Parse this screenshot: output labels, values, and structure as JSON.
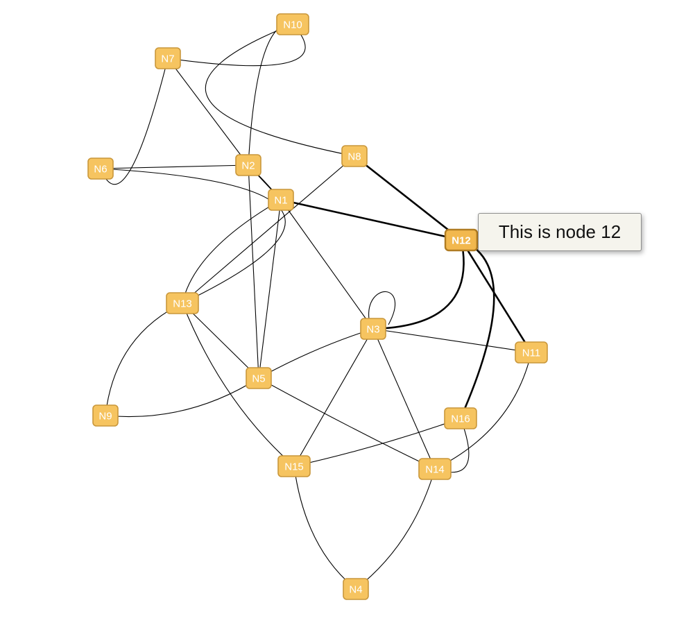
{
  "graph": {
    "nodes": [
      {
        "id": "N1",
        "label": "N1"
      },
      {
        "id": "N2",
        "label": "N2"
      },
      {
        "id": "N3",
        "label": "N3"
      },
      {
        "id": "N4",
        "label": "N4"
      },
      {
        "id": "N5",
        "label": "N5"
      },
      {
        "id": "N6",
        "label": "N6"
      },
      {
        "id": "N7",
        "label": "N7"
      },
      {
        "id": "N8",
        "label": "N8"
      },
      {
        "id": "N9",
        "label": "N9"
      },
      {
        "id": "N10",
        "label": "N10"
      },
      {
        "id": "N11",
        "label": "N11"
      },
      {
        "id": "N12",
        "label": "N12",
        "selected": true
      },
      {
        "id": "N13",
        "label": "N13"
      },
      {
        "id": "N14",
        "label": "N14"
      },
      {
        "id": "N15",
        "label": "N15"
      },
      {
        "id": "N16",
        "label": "N16"
      }
    ],
    "edges": [
      {
        "from": "N1",
        "to": "N2"
      },
      {
        "from": "N1",
        "to": "N2"
      },
      {
        "from": "N1",
        "to": "N12",
        "highlight": true
      },
      {
        "from": "N1",
        "to": "N3"
      },
      {
        "from": "N1",
        "to": "N5"
      },
      {
        "from": "N1",
        "to": "N13"
      },
      {
        "from": "N13",
        "to": "N8"
      },
      {
        "from": "N2",
        "to": "N5"
      },
      {
        "from": "N2",
        "to": "N6"
      },
      {
        "from": "N2",
        "to": "N7"
      },
      {
        "from": "N2",
        "to": "N10"
      },
      {
        "from": "N7",
        "to": "N10"
      },
      {
        "from": "N10",
        "to": "N8"
      },
      {
        "from": "N6",
        "to": "N7"
      },
      {
        "from": "N6",
        "to": "N13"
      },
      {
        "from": "N8",
        "to": "N12",
        "highlight": true
      },
      {
        "from": "N12",
        "to": "N3",
        "highlight": true
      },
      {
        "from": "N12",
        "to": "N16",
        "highlight": true
      },
      {
        "from": "N12",
        "to": "N11",
        "highlight": true
      },
      {
        "from": "N3",
        "to": "N3"
      },
      {
        "from": "N3",
        "to": "N5"
      },
      {
        "from": "N3",
        "to": "N11"
      },
      {
        "from": "N3",
        "to": "N14"
      },
      {
        "from": "N3",
        "to": "N15"
      },
      {
        "from": "N13",
        "to": "N9"
      },
      {
        "from": "N13",
        "to": "N15"
      },
      {
        "from": "N13",
        "to": "N5"
      },
      {
        "from": "N9",
        "to": "N5"
      },
      {
        "from": "N5",
        "to": "N14"
      },
      {
        "from": "N15",
        "to": "N16"
      },
      {
        "from": "N15",
        "to": "N4"
      },
      {
        "from": "N14",
        "to": "N4"
      },
      {
        "from": "N14",
        "to": "N11"
      },
      {
        "from": "N16",
        "to": "N14"
      }
    ]
  },
  "tooltip": {
    "text": "This is node 12"
  },
  "colors": {
    "node_fill": "#f6c460",
    "node_border": "#c9973b",
    "edge": "#000000",
    "background": "#ffffff"
  }
}
